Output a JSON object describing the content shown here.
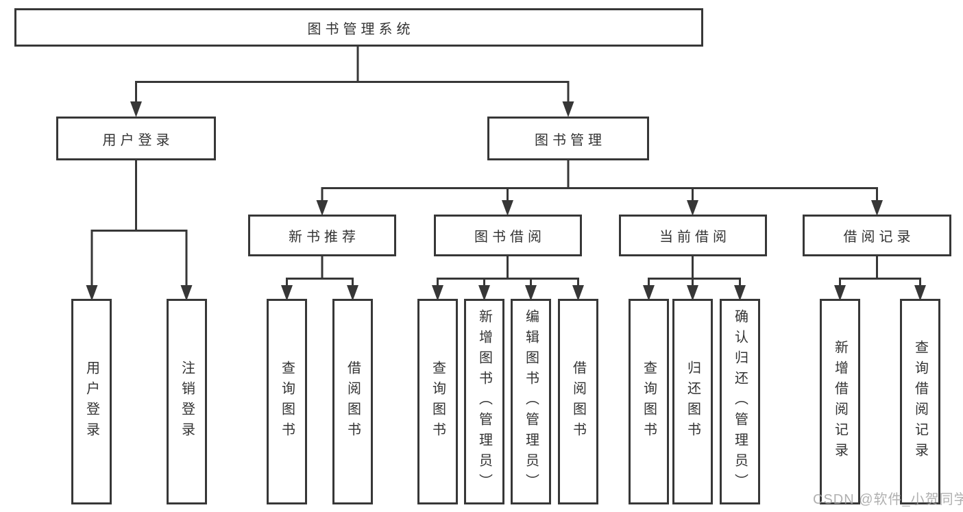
{
  "diagram": {
    "root": {
      "label": "图书管理系统"
    },
    "branches": [
      {
        "label": "用户登录",
        "children": [
          {
            "label": "用户登录"
          },
          {
            "label": "注销登录"
          }
        ]
      },
      {
        "label": "图书管理",
        "children": [
          {
            "label": "新书推荐",
            "children": [
              {
                "label": "查询图书"
              },
              {
                "label": "借阅图书"
              }
            ]
          },
          {
            "label": "图书借阅",
            "children": [
              {
                "label": "查询图书"
              },
              {
                "label": "新增图书（管理员）"
              },
              {
                "label": "编辑图书（管理员）"
              },
              {
                "label": "借阅图书"
              }
            ]
          },
          {
            "label": "当前借阅",
            "children": [
              {
                "label": "查询图书"
              },
              {
                "label": "归还图书"
              },
              {
                "label": "确认归还（管理员）"
              }
            ]
          },
          {
            "label": "借阅记录",
            "children": [
              {
                "label": "新增借阅记录"
              },
              {
                "label": "查询借阅记录"
              }
            ]
          }
        ]
      }
    ]
  },
  "watermark": {
    "text": "CSDN @软件_小贺同学"
  },
  "colors": {
    "line": "#373737",
    "text": "#333333",
    "background": "#ffffff",
    "watermark": "#a3a3a3"
  }
}
